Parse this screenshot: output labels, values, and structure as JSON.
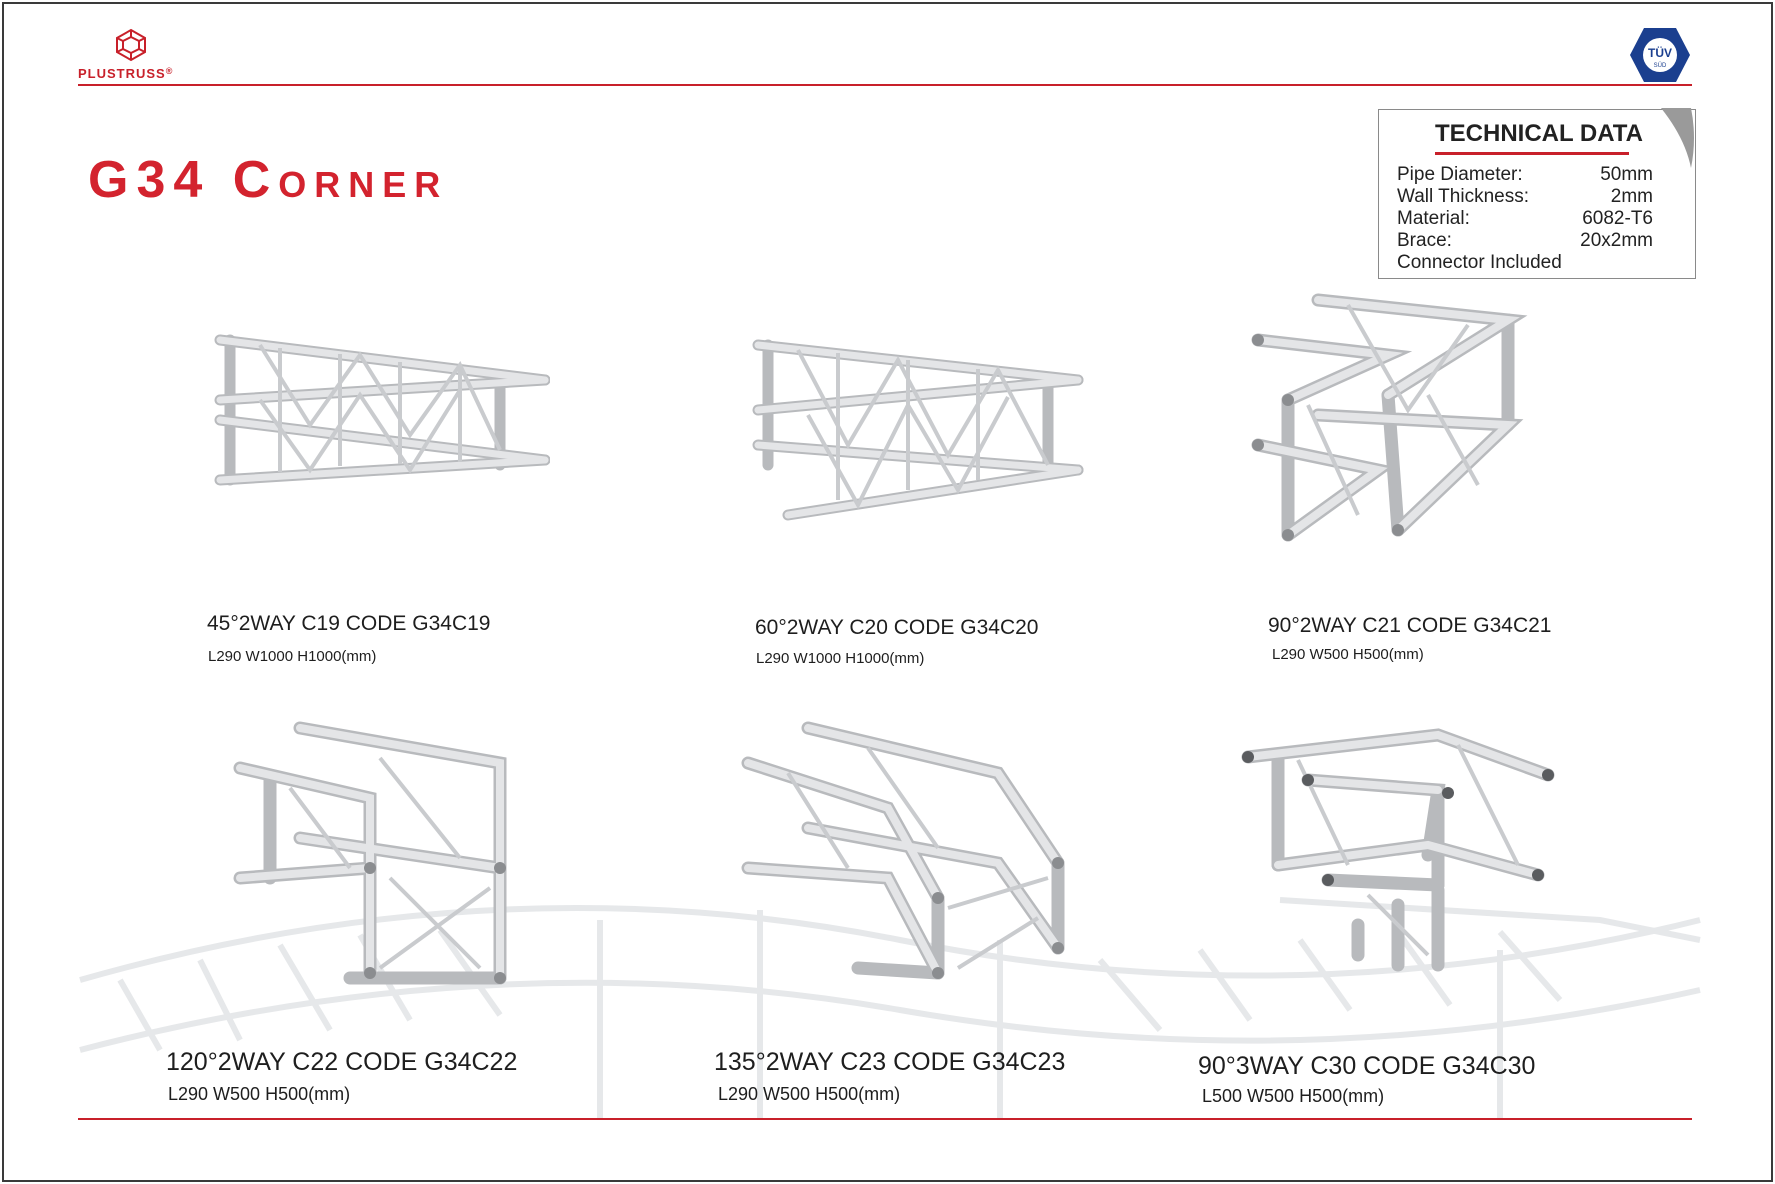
{
  "brand": {
    "name": "PLUSTRUSS",
    "mark": "®",
    "cert_badge": "TÜV",
    "cert_sub": "SÜD"
  },
  "title": "G34 Corner",
  "technical_data": {
    "heading": "TECHNICAL DATA",
    "rows": [
      {
        "label": "Pipe Diameter:",
        "value": "50mm"
      },
      {
        "label": "Wall Thickness:",
        "value": "2mm"
      },
      {
        "label": "Material:",
        "value": "6082-T6"
      },
      {
        "label": "Brace:",
        "value": "20x2mm"
      }
    ],
    "note": "Connector Included"
  },
  "products": [
    {
      "title": "45°2WAY C19   CODE G34C19",
      "dims": "L290  W1000  H1000(mm)"
    },
    {
      "title": "60°2WAY C20   CODE G34C20",
      "dims": "L290  W1000  H1000(mm)"
    },
    {
      "title": "90°2WAY C21   CODE G34C21",
      "dims": "L290  W500  H500(mm)"
    },
    {
      "title": "120°2WAY C22   CODE G34C22",
      "dims": "L290  W500  H500(mm)"
    },
    {
      "title": "135°2WAY C23   CODE G34C23",
      "dims": "L290  W500  H500(mm)"
    },
    {
      "title": "90°3WAY C30   CODE G34C30",
      "dims": "L500  W500  H500(mm)"
    }
  ],
  "colors": {
    "accent": "#d3232e",
    "rule": "#c8202a",
    "truss": "#d9dadc"
  }
}
